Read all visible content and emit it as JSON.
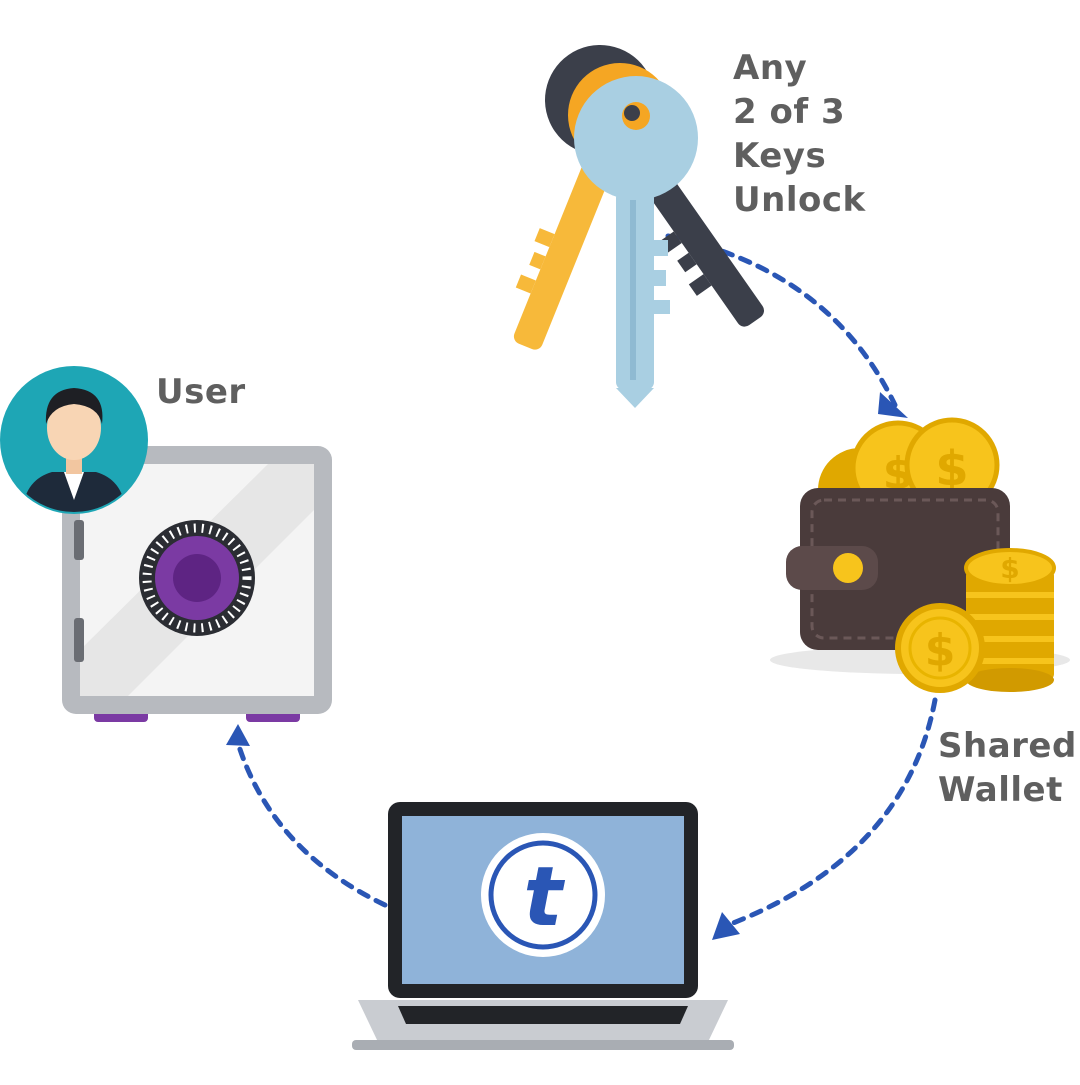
{
  "labels": {
    "keys": [
      "Any",
      "2 of 3",
      "Keys",
      "Unlock"
    ],
    "user": "User",
    "wallet": [
      "Shared",
      "Wallet"
    ]
  },
  "icons": {
    "keys": "keys-icon",
    "wallet": "wallet-icon",
    "coins": "coins-icon",
    "laptop": "laptop-icon",
    "logo": "t-logo-icon",
    "safe": "safe-icon",
    "dial": "combination-dial-icon",
    "avatar": "user-avatar-icon"
  },
  "colors": {
    "arrow": "#2a56b5",
    "label": "#5f5f5f",
    "gold": "#f7c41c",
    "orange_key": "#f5a623",
    "blue_key": "#a9cfe2",
    "dark_key": "#3b3f4a",
    "wallet": "#4a3b3b",
    "laptop_screen": "#8fb3d9",
    "safe_purple": "#7b3aa3",
    "avatar_bg": "#1ea6b5"
  }
}
